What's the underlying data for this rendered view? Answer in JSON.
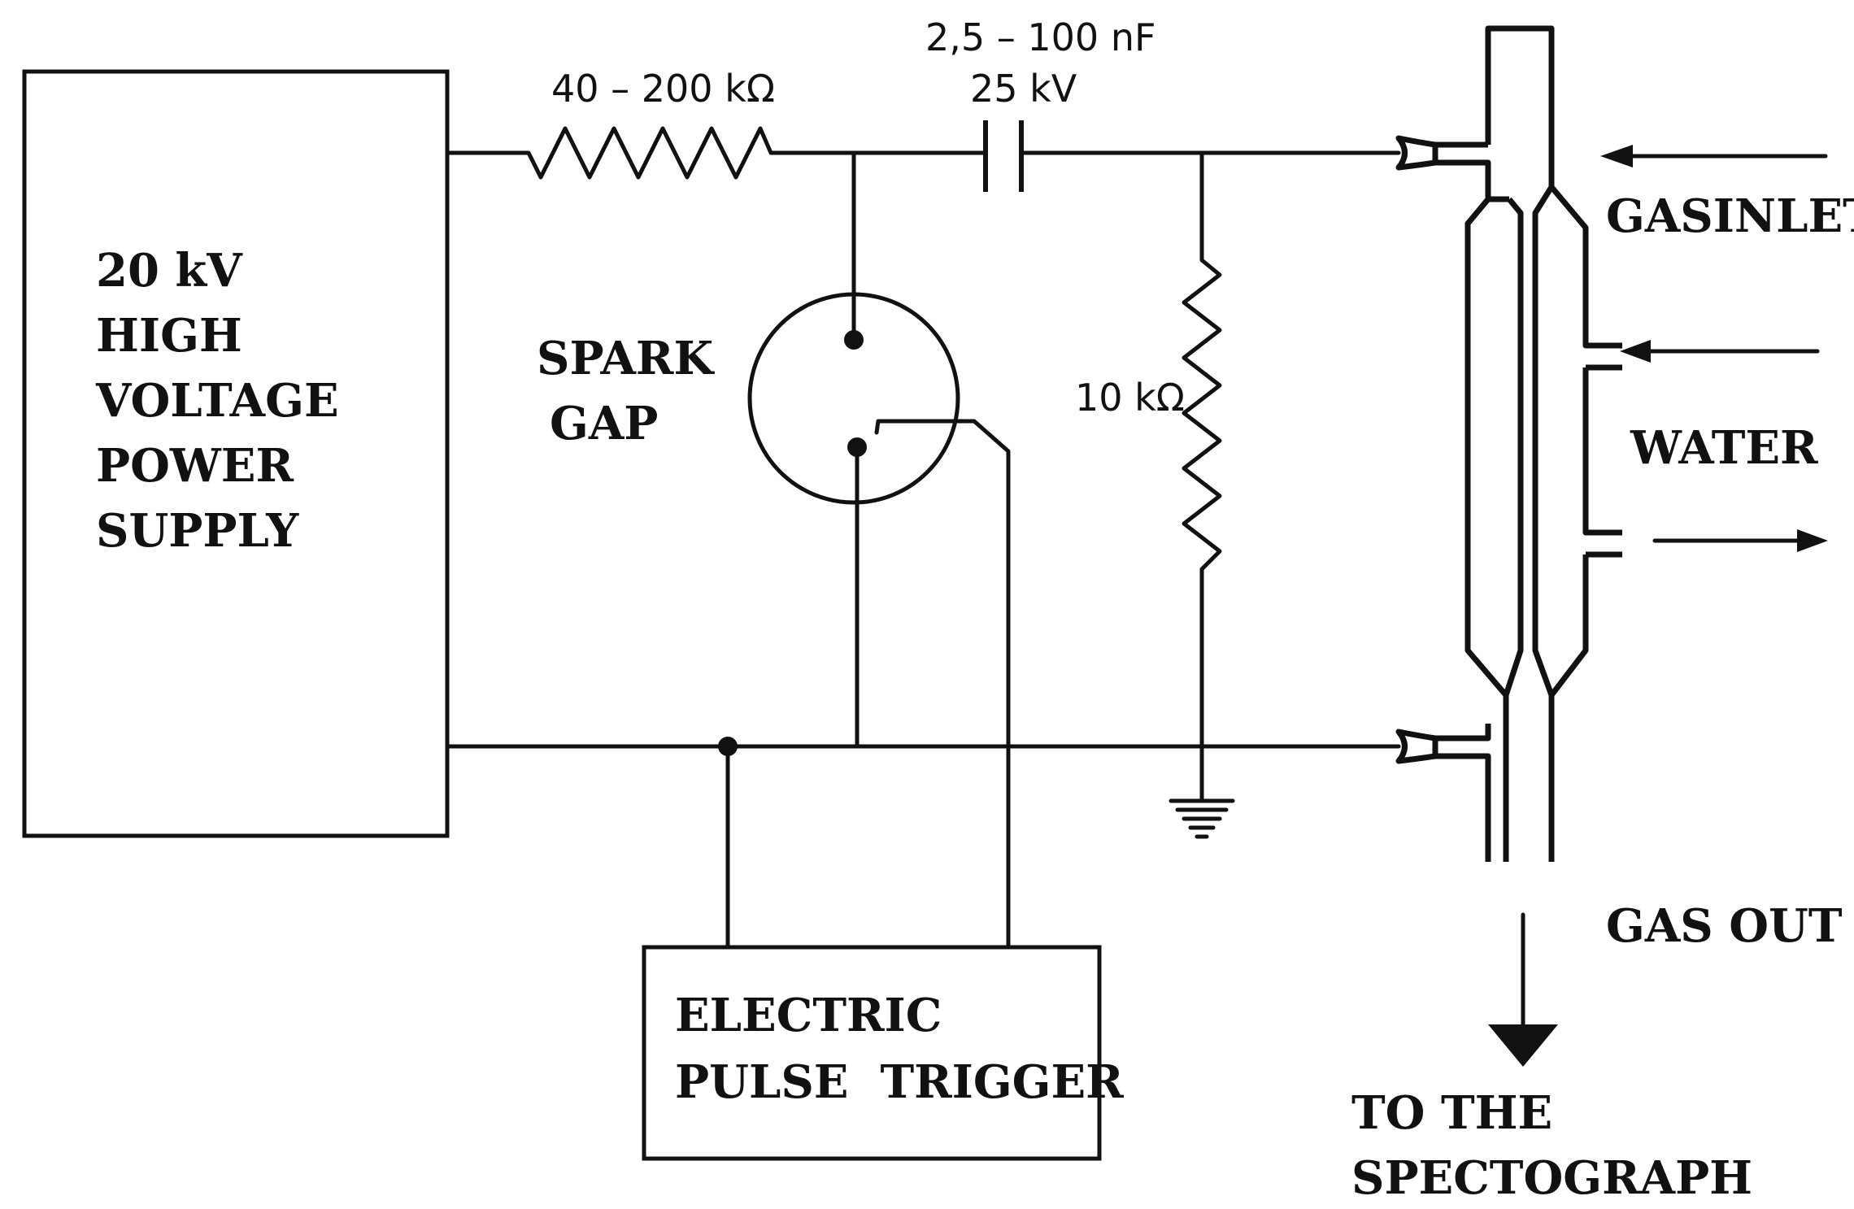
{
  "power_supply": {
    "lines": [
      "20 kV",
      "HIGH",
      "VOLTAGE",
      "POWER",
      "SUPPLY"
    ]
  },
  "resistor_series": {
    "label": "40 – 200 kΩ"
  },
  "capacitor": {
    "label_line1": "2,5 – 100 nF",
    "label_line2": "25 kV"
  },
  "spark_gap": {
    "lines": [
      "SPARK",
      "GAP"
    ]
  },
  "resistor_shunt": {
    "label": "10 kΩ"
  },
  "trigger": {
    "lines": [
      "ELECTRIC",
      "PULSE  TRIGGER"
    ]
  },
  "flow_labels": {
    "gas_inlet": "GASINLET",
    "water": "WATER",
    "gas_out": "GAS OUT",
    "destination_line1": "TO THE",
    "destination_line2": "SPECTOGRAPH"
  }
}
